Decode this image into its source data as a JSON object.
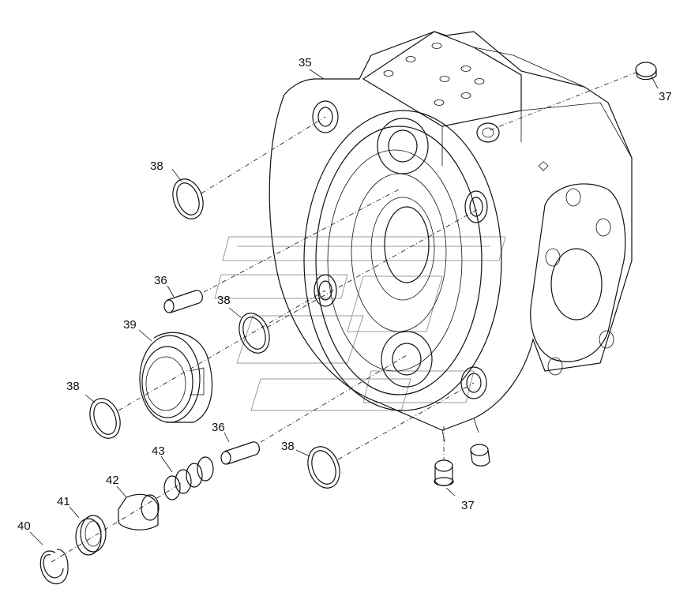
{
  "callouts": {
    "c35": "35",
    "c37a": "37",
    "c37b": "37",
    "c38a": "38",
    "c38b": "38",
    "c38c": "38",
    "c38d": "38",
    "c36a": "36",
    "c36b": "36",
    "c39": "39",
    "c40": "40",
    "c41": "41",
    "c42": "42",
    "c43": "43"
  },
  "parts": {
    "housing": "35",
    "plug": "37",
    "o_ring": "38",
    "pin": "36",
    "bearing": "39",
    "snap_ring": "40",
    "ring": "41",
    "piston": "42",
    "spring": "43"
  },
  "colors": {
    "line": "#111111",
    "background": "#ffffff",
    "watermark": "#9a9a9a"
  }
}
